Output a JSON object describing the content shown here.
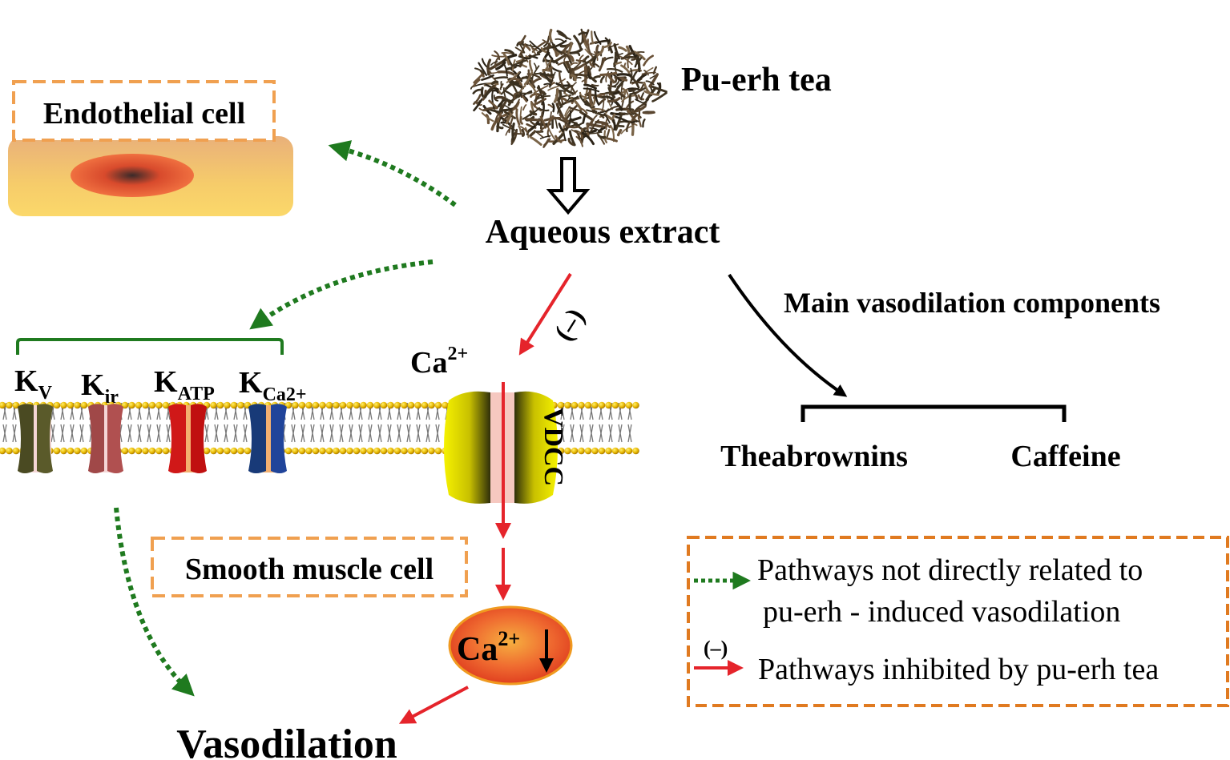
{
  "tea": {
    "label": "Pu-erh tea"
  },
  "extract": {
    "label": "Aqueous extract"
  },
  "endothelial": {
    "label": "Endothelial cell"
  },
  "smooth_muscle": {
    "label": "Smooth muscle cell"
  },
  "components": {
    "heading": "Main vasodilation components",
    "items": [
      "Theabrownins",
      "Caffeine"
    ]
  },
  "channels": {
    "kv": {
      "main": "K",
      "sub": "V"
    },
    "kir": {
      "main": "K",
      "sub": "ir"
    },
    "katp": {
      "main": "K",
      "sub": "ATP"
    },
    "kca": {
      "main": "K",
      "sub": "Ca2+"
    },
    "vdcc": "VDCC"
  },
  "calcium": {
    "main": "Ca",
    "sup": "2+"
  },
  "calcium_low": {
    "main": "Ca",
    "sup": "2+",
    "arrow": "↓"
  },
  "inhibit_mark": "(–)",
  "outcome": "Vasodilation",
  "legend": {
    "green_line1": "Pathways not directly related to",
    "green_line2": "pu-erh - induced vasodilation",
    "red_mark": "(–)",
    "red_text": "Pathways inhibited by pu-erh tea"
  },
  "colors": {
    "green_path": "#1f7a1f",
    "red_path": "#e5242b",
    "orange_box": "#f0a050",
    "legend_box": "#e07a20",
    "cell_fill": "#f5c560",
    "nucleus": "#e8502a",
    "vdcc_yellow": "#e8e000",
    "membrane_bead": "#e8b800"
  }
}
